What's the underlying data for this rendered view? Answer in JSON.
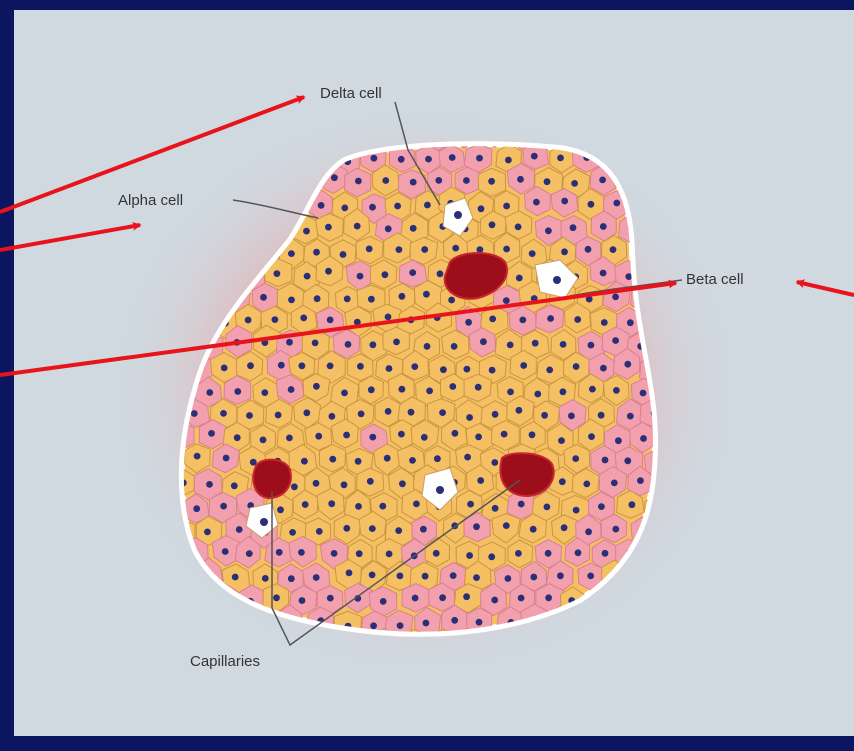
{
  "labels": {
    "delta": "Delta cell",
    "alpha": "Alpha cell",
    "beta": "Beta cell",
    "capillaries": "Capillaries"
  },
  "colors": {
    "slide_border": "#0b1560",
    "panel": "#d0d9e0",
    "alpha_cell": "#f2a0ae",
    "beta_cell": "#f5bf63",
    "delta_cell": "#ffffff",
    "capillary": "#9b0e1a",
    "nucleus": "#2a2f78",
    "arrow": "#e8131b",
    "leader_line": "#555555"
  }
}
